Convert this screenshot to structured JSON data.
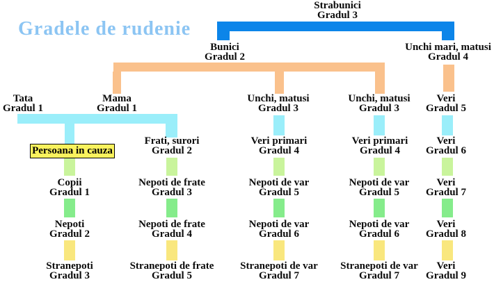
{
  "title": "Gradele de rudenie",
  "colors": {
    "titleBlue": "#8cc5f3",
    "blue": "#0c85e9",
    "orange": "#fac18c",
    "cyan": "#9aeefa",
    "lgreen": "#c9f49c",
    "green": "#85ec8b",
    "yellow": "#f9e77e",
    "boxYellow": "#faf25d"
  },
  "persoana": {
    "label": "Persoana in cauza"
  },
  "nodes": {
    "strabunici": {
      "line1": "Strabunici",
      "line2": "Gradul 3"
    },
    "bunici": {
      "line1": "Bunici",
      "line2": "Gradul 2"
    },
    "unchi_mari": {
      "line1": "Unchi mari, matusi",
      "line2": "Gradul 4"
    },
    "tata": {
      "line1": "Tata",
      "line2": "Gradul 1"
    },
    "mama": {
      "line1": "Mama",
      "line2": "Gradul 1"
    },
    "unchi1": {
      "line1": "Unchi, matusi",
      "line2": "Gradul 3"
    },
    "unchi2": {
      "line1": "Unchi, matusi",
      "line2": "Gradul 3"
    },
    "veri5": {
      "line1": "Veri",
      "line2": "Gradul 5"
    },
    "frati": {
      "line1": "Frati, surori",
      "line2": "Gradul 2"
    },
    "veri_primari1": {
      "line1": "Veri primari",
      "line2": "Gradul 4"
    },
    "veri_primari2": {
      "line1": "Veri primari",
      "line2": "Gradul 4"
    },
    "veri6": {
      "line1": "Veri",
      "line2": "Gradul 6"
    },
    "copii": {
      "line1": "Copii",
      "line2": "Gradul 1"
    },
    "nepoti_frate3": {
      "line1": "Nepoti de frate",
      "line2": "Gradul 3"
    },
    "nepoti_var5a": {
      "line1": "Nepoti de var",
      "line2": "Gradul 5"
    },
    "nepoti_var5b": {
      "line1": "Nepoti de var",
      "line2": "Gradul 5"
    },
    "veri7": {
      "line1": "Veri",
      "line2": "Gradul 7"
    },
    "nepoti": {
      "line1": "Nepoti",
      "line2": "Gradul 2"
    },
    "nepoti_frate4": {
      "line1": "Nepoti de frate",
      "line2": "Gradul 4"
    },
    "nepoti_var6a": {
      "line1": "Nepoti de var",
      "line2": "Gradul 6"
    },
    "nepoti_var6b": {
      "line1": "Nepoti de var",
      "line2": "Gradul 6"
    },
    "veri8": {
      "line1": "Veri",
      "line2": "Gradul 8"
    },
    "stranepoti": {
      "line1": "Stranepoti",
      "line2": "Gradul 3"
    },
    "stranepoti_frate": {
      "line1": "Stranepoti de frate",
      "line2": "Gradul 5"
    },
    "stranepoti_var1": {
      "line1": "Stranepoti de var",
      "line2": "Gradul 7"
    },
    "stranepoti_var2": {
      "line1": "Stranepoti de var",
      "line2": "Gradul 7"
    },
    "veri9": {
      "line1": "Veri",
      "line2": "Gradul 9"
    }
  }
}
